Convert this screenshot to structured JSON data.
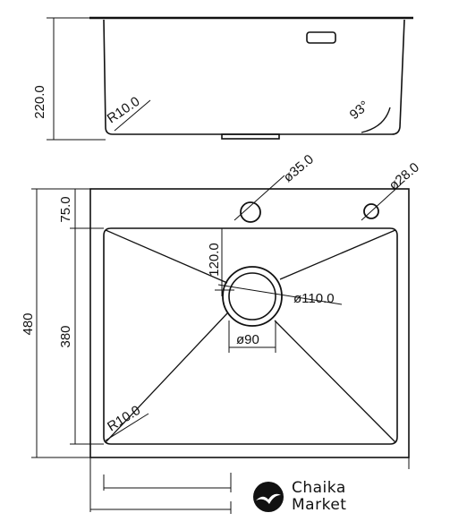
{
  "top_view_labels": {
    "height": "220.0",
    "radius": "R10.0",
    "angle": "93°"
  },
  "plan_view_labels": {
    "hole_large": "ø35.0",
    "hole_small": "ø28.0",
    "offset": "75.0",
    "drain_offset": "120.0",
    "drain_outer": "ø110.0",
    "drain_inner": "ø90",
    "overall_depth": "480",
    "bowl_depth": "380",
    "bowl_radius": "R10.0"
  },
  "brand": {
    "line1": "Chaika",
    "line2": "Market"
  },
  "colors": {
    "line": "#111111",
    "background": "#ffffff"
  }
}
